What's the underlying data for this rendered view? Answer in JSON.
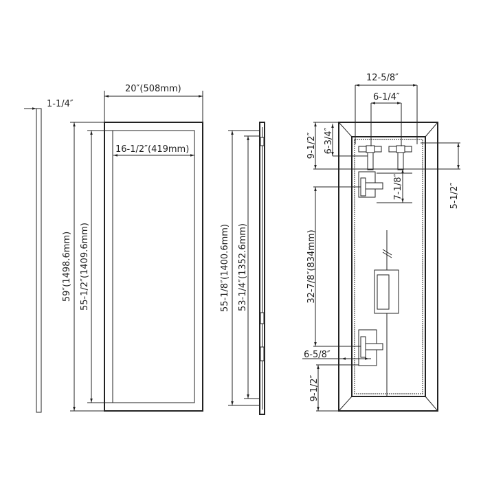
{
  "side_profile": {
    "depth": "1-1/4″"
  },
  "front_view": {
    "width": "20″(508mm)",
    "inner_width": "16-1/2″(419mm)",
    "height": "59″(1498.6mm)",
    "inner_height": "55-1/2″(1409.6mm)"
  },
  "side_view": {
    "height": "55-1/8″(1400.6mm)",
    "inner_height": "53-1/4″(1352.6mm)"
  },
  "back_view": {
    "bracket_outer_span": "12-5/8″",
    "bracket_inner_span": "6-1/4″",
    "top_to_bracket": "9-1/2″",
    "top_to_hole": "6-3/4″",
    "bracket_to_clip": "7-1/8″",
    "right_offset": "5-1/2″",
    "clip_spacing": "32-7/8″(834mm)",
    "clip_offset": "6-5/8″",
    "bottom_to_clip": "9-1/2″"
  }
}
